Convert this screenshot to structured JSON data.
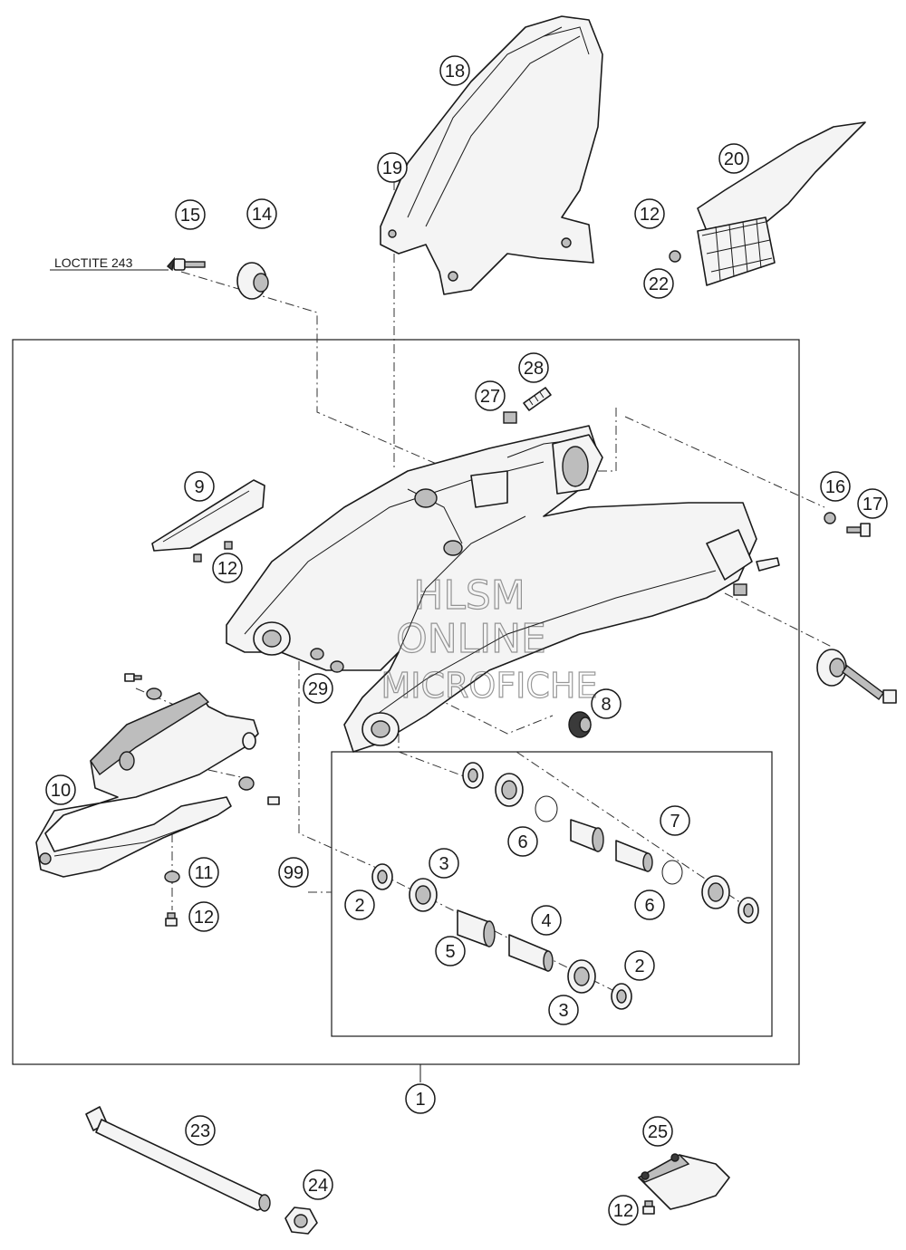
{
  "note": {
    "text": "LOCTITE 243"
  },
  "watermark": {
    "line1": "HLSM",
    "line2": "ONLINE",
    "line3": "MICROFICHE"
  },
  "callouts": [
    {
      "label": "18"
    },
    {
      "label": "19"
    },
    {
      "label": "20"
    },
    {
      "label": "12"
    },
    {
      "label": "22"
    },
    {
      "label": "15"
    },
    {
      "label": "14"
    },
    {
      "label": "28"
    },
    {
      "label": "27"
    },
    {
      "label": "9"
    },
    {
      "label": "12"
    },
    {
      "label": "16"
    },
    {
      "label": "17"
    },
    {
      "label": "29"
    },
    {
      "label": "8"
    },
    {
      "label": "10"
    },
    {
      "label": "11"
    },
    {
      "label": "12"
    },
    {
      "label": "99"
    },
    {
      "label": "7"
    },
    {
      "label": "6"
    },
    {
      "label": "3"
    },
    {
      "label": "2"
    },
    {
      "label": "6"
    },
    {
      "label": "4"
    },
    {
      "label": "5"
    },
    {
      "label": "2"
    },
    {
      "label": "3"
    },
    {
      "label": "1"
    },
    {
      "label": "23"
    },
    {
      "label": "24"
    },
    {
      "label": "25"
    },
    {
      "label": "12"
    }
  ]
}
